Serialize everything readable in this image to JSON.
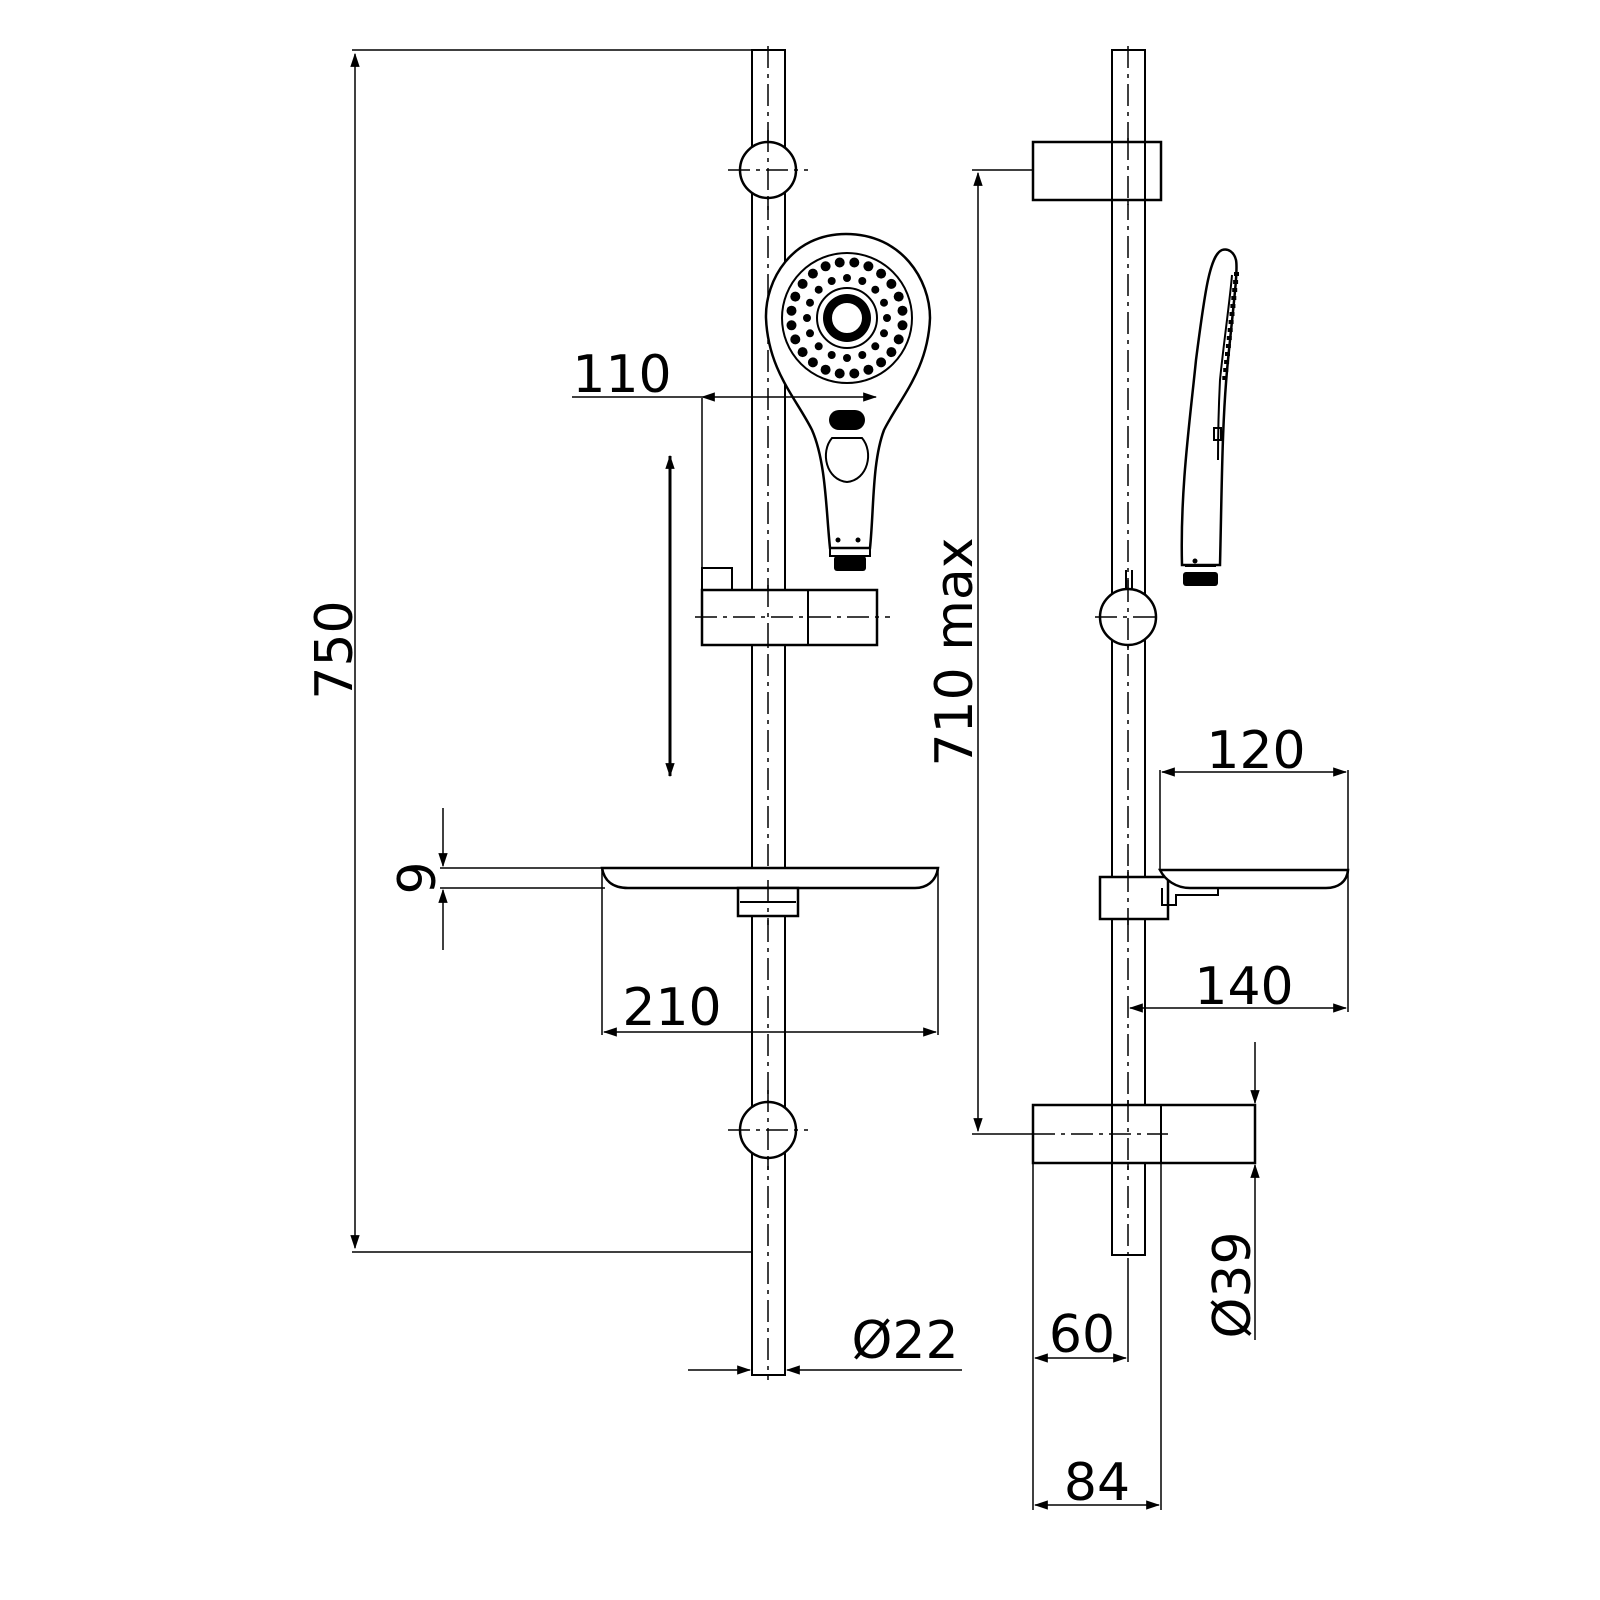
{
  "drawing": {
    "dimensions": {
      "total_height": "750",
      "slide_range": "710 max",
      "handset_offset": "110",
      "shelf_thickness": "9",
      "shelf_width": "210",
      "rail_diameter": "Ø22",
      "shelf_depth_top": "120",
      "shelf_projection": "140",
      "bracket_projection": "60",
      "bracket_depth": "84",
      "bracket_diameter": "Ø39"
    },
    "colors": {
      "line": "#000000",
      "background": "#ffffff"
    }
  }
}
